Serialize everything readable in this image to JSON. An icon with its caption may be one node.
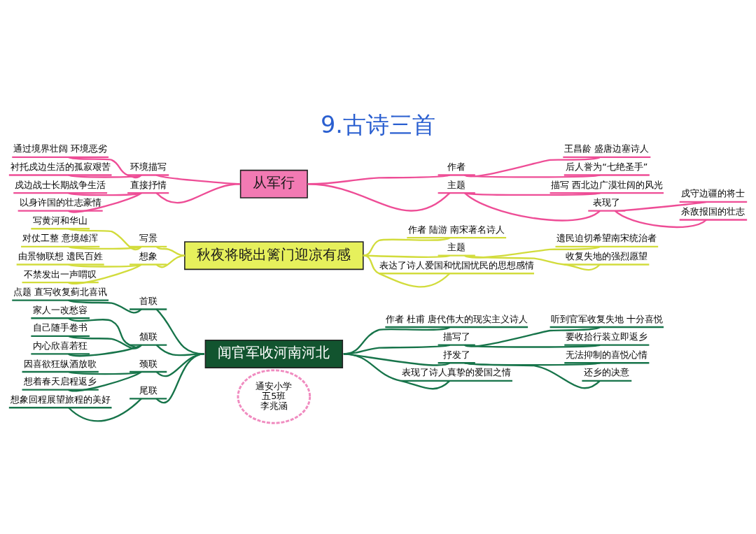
{
  "diagram": {
    "title": "9.古诗三首",
    "nodes": [
      {
        "text": [
          "从军行"
        ]
      },
      {
        "text": [
          "环境描写"
        ]
      },
      {
        "text": [
          "通过境界壮阔 环境恶劣"
        ]
      },
      {
        "text": [
          "衬托戍边生活的孤寂艰苦"
        ]
      },
      {
        "text": [
          "直接抒情"
        ]
      },
      {
        "text": [
          "戍边战士长期战争生活"
        ]
      },
      {
        "text": [
          "以身许国的壮志豪情"
        ]
      },
      {
        "text": [
          "作者"
        ]
      },
      {
        "text": [
          "王昌龄 盛唐边塞诗人"
        ]
      },
      {
        "text": [
          "后人誉为“七绝圣手”"
        ]
      },
      {
        "text": [
          "主题"
        ]
      },
      {
        "text": [
          "描写 西北边广漠壮阔的风光"
        ]
      },
      {
        "text": [
          "表现了"
        ]
      },
      {
        "text": [
          "戍守边疆的将士"
        ]
      },
      {
        "text": [
          "杀敌报国的壮志"
        ]
      },
      {
        "text": [
          "秋夜将晓出篱门迎凉有感"
        ]
      },
      {
        "text": [
          "写景"
        ]
      },
      {
        "text": [
          "写黄河和华山"
        ]
      },
      {
        "text": [
          "对仗工整 意境雄浑"
        ]
      },
      {
        "text": [
          "想象"
        ]
      },
      {
        "text": [
          "由景物联想 遗民百姓"
        ]
      },
      {
        "text": [
          "不禁发出一声喟叹"
        ]
      },
      {
        "text": [
          "作者 陆游 南宋著名诗人"
        ]
      },
      {
        "text": [
          "主题"
        ]
      },
      {
        "text": [
          "遗民迫切希望南宋统治者"
        ]
      },
      {
        "text": [
          "收复失地的强烈愿望"
        ]
      },
      {
        "text": [
          "表达了诗人爱国和忧国忧民的思想感情"
        ]
      },
      {
        "text": [
          "闻官军收河南河北"
        ]
      },
      {
        "text": [
          "首联"
        ]
      },
      {
        "text": [
          "点题 直写收复蓟北喜讯"
        ]
      },
      {
        "text": [
          "颔联"
        ]
      },
      {
        "text": [
          "家人一改愁容"
        ]
      },
      {
        "text": [
          "自己随手卷书"
        ]
      },
      {
        "text": [
          "内心欣喜若狂"
        ]
      },
      {
        "text": [
          "颈联"
        ]
      },
      {
        "text": [
          "因喜欲狂纵酒放歌"
        ]
      },
      {
        "text": [
          "想着春天启程返乡"
        ]
      },
      {
        "text": [
          "尾联"
        ]
      },
      {
        "text": [
          "想象回程展望旅程的美好"
        ]
      },
      {
        "text": [
          "作者 杜甫 唐代伟大的现实主义诗人"
        ]
      },
      {
        "text": [
          "描写了"
        ]
      },
      {
        "text": [
          "听到官军收复失地 十分喜悦"
        ]
      },
      {
        "text": [
          "要收拾行装立即返乡"
        ]
      },
      {
        "text": [
          "抒发了"
        ]
      },
      {
        "text": [
          "无法抑制的喜悦心情"
        ]
      },
      {
        "text": [
          "还乡的决意"
        ]
      },
      {
        "text": [
          "表现了诗人真挚的爱国之情"
        ]
      },
      {
        "text": [
          "通安小学",
          "五5班",
          "李兆涵"
        ]
      }
    ],
    "edges": [
      {
        "from": 0,
        "to": 1,
        "arrow": "none",
        "color": "#ee4d96"
      },
      {
        "from": 1,
        "to": 2,
        "arrow": "none",
        "color": "#ee4d96"
      },
      {
        "from": 1,
        "to": 3,
        "arrow": "none",
        "color": "#ee4d96"
      },
      {
        "from": 0,
        "to": 4,
        "arrow": "none",
        "color": "#ee4d96"
      },
      {
        "from": 4,
        "to": 5,
        "arrow": "none",
        "color": "#ee4d96"
      },
      {
        "from": 4,
        "to": 6,
        "arrow": "none",
        "color": "#ee4d96"
      },
      {
        "from": 0,
        "to": 7,
        "arrow": "none",
        "color": "#ee4d96"
      },
      {
        "from": 7,
        "to": 8,
        "arrow": "none",
        "color": "#ee4d96"
      },
      {
        "from": 7,
        "to": 9,
        "arrow": "none",
        "color": "#ee4d96"
      },
      {
        "from": 0,
        "to": 10,
        "arrow": "none",
        "color": "#ee4d96"
      },
      {
        "from": 10,
        "to": 11,
        "arrow": "none",
        "color": "#ee4d96"
      },
      {
        "from": 10,
        "to": 12,
        "arrow": "none",
        "color": "#ee4d96"
      },
      {
        "from": 12,
        "to": 13,
        "arrow": "none",
        "color": "#ee4d96"
      },
      {
        "from": 12,
        "to": 14,
        "arrow": "none",
        "color": "#ee4d96"
      },
      {
        "from": 15,
        "to": 16,
        "arrow": "none",
        "color": "#d2dc3c"
      },
      {
        "from": 16,
        "to": 17,
        "arrow": "none",
        "color": "#d2dc3c"
      },
      {
        "from": 16,
        "to": 18,
        "arrow": "none",
        "color": "#d2dc3c"
      },
      {
        "from": 15,
        "to": 19,
        "arrow": "none",
        "color": "#d2dc3c"
      },
      {
        "from": 19,
        "to": 20,
        "arrow": "none",
        "color": "#d2dc3c"
      },
      {
        "from": 19,
        "to": 21,
        "arrow": "none",
        "color": "#d2dc3c"
      },
      {
        "from": 15,
        "to": 22,
        "arrow": "none",
        "color": "#d2dc3c"
      },
      {
        "from": 15,
        "to": 23,
        "arrow": "none",
        "color": "#d2dc3c"
      },
      {
        "from": 23,
        "to": 24,
        "arrow": "none",
        "color": "#d2dc3c"
      },
      {
        "from": 23,
        "to": 25,
        "arrow": "none",
        "color": "#d2dc3c"
      },
      {
        "from": 15,
        "to": 26,
        "arrow": "none",
        "color": "#d2dc3c"
      },
      {
        "from": 27,
        "to": 28,
        "arrow": "none"
      },
      {
        "from": 28,
        "to": 29,
        "arrow": "none"
      },
      {
        "from": 27,
        "to": 30,
        "arrow": "none"
      },
      {
        "from": 30,
        "to": 31,
        "arrow": "none"
      },
      {
        "from": 30,
        "to": 32,
        "arrow": "none"
      },
      {
        "from": 30,
        "to": 33,
        "arrow": "none"
      },
      {
        "from": 27,
        "to": 34,
        "arrow": "none"
      },
      {
        "from": 34,
        "to": 35,
        "arrow": "none"
      },
      {
        "from": 34,
        "to": 36,
        "arrow": "none"
      },
      {
        "from": 27,
        "to": 37,
        "arrow": "none"
      },
      {
        "from": 37,
        "to": 38,
        "arrow": "none"
      },
      {
        "from": 27,
        "to": 39,
        "arrow": "none"
      },
      {
        "from": 27,
        "to": 40,
        "arrow": "none"
      },
      {
        "from": 40,
        "to": 41,
        "arrow": "none"
      },
      {
        "from": 40,
        "to": 42,
        "arrow": "none"
      },
      {
        "from": 27,
        "to": 43,
        "arrow": "none"
      },
      {
        "from": 43,
        "to": 44,
        "arrow": "none"
      },
      {
        "from": 43,
        "to": 45,
        "arrow": "none"
      },
      {
        "from": 27,
        "to": 46,
        "arrow": "none"
      }
    ]
  }
}
